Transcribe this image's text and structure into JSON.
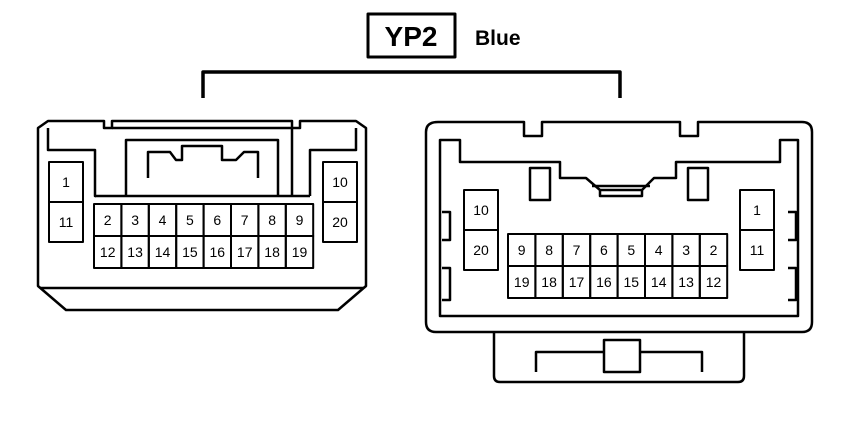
{
  "connector": {
    "code": "YP2",
    "color": "Blue"
  },
  "left_connector": {
    "side_top": [
      "1",
      "10"
    ],
    "side_bottom": [
      "11",
      "20"
    ],
    "row1": [
      "2",
      "3",
      "4",
      "5",
      "6",
      "7",
      "8",
      "9"
    ],
    "row2": [
      "12",
      "13",
      "14",
      "15",
      "16",
      "17",
      "18",
      "19"
    ]
  },
  "right_connector": {
    "side_top": [
      "10",
      "1"
    ],
    "side_bottom": [
      "20",
      "11"
    ],
    "row1": [
      "9",
      "8",
      "7",
      "6",
      "5",
      "4",
      "3",
      "2"
    ],
    "row2": [
      "19",
      "18",
      "17",
      "16",
      "15",
      "14",
      "13",
      "12"
    ]
  }
}
